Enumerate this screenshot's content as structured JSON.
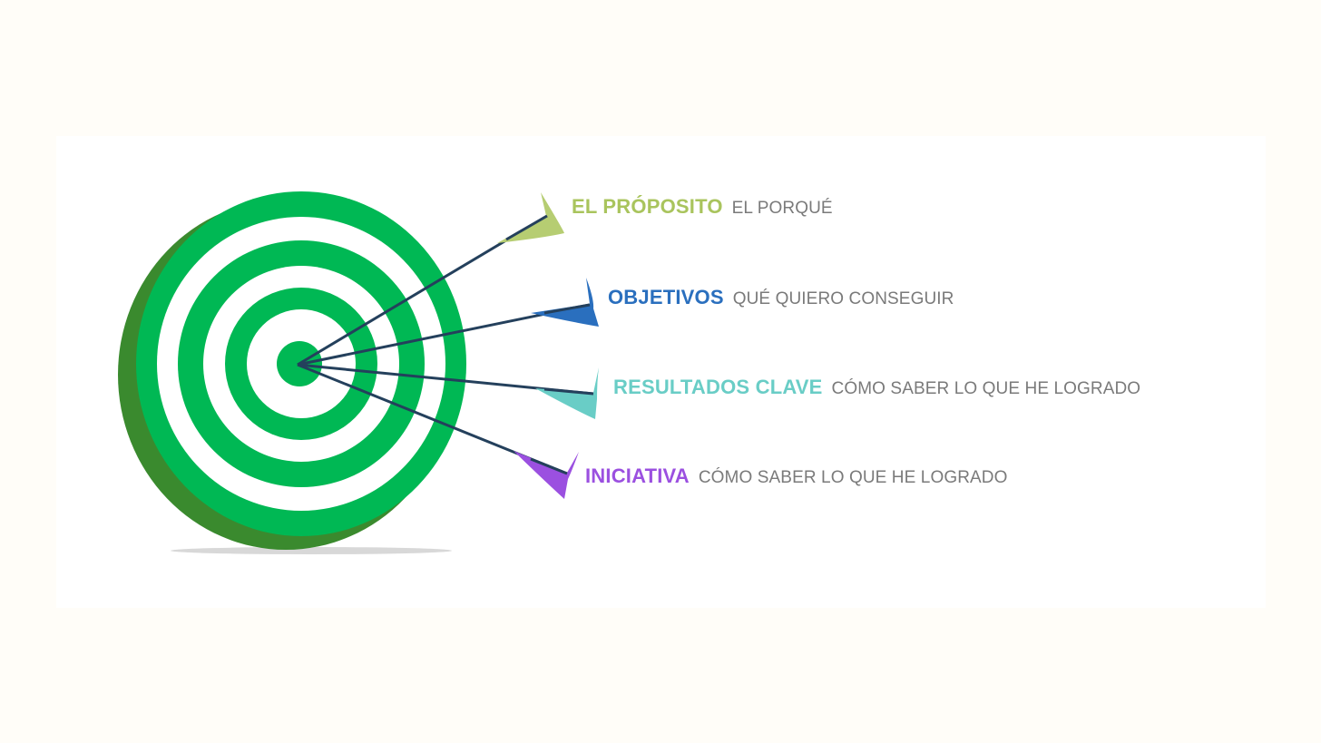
{
  "colors": {
    "target_green": "#00b854",
    "target_dark_green": "#3a8a2e",
    "arrow_shaft": "#24405c",
    "proposito": "#a9c45d",
    "objetivos": "#2a6fbe",
    "resultados": "#69cdc6",
    "iniciativa": "#9b50e0",
    "description_text": "#7a7a7a"
  },
  "items": [
    {
      "title": "EL PRÓPOSITO",
      "description": "EL PORQUÉ",
      "color": "#a9c45d",
      "icon": "dart-icon"
    },
    {
      "title": "OBJETIVOS",
      "description": "QUÉ QUIERO CONSEGUIR",
      "color": "#2a6fbe",
      "icon": "dart-icon"
    },
    {
      "title": "RESULTADOS CLAVE",
      "description": "CÓMO SABER LO QUE HE LOGRADO",
      "color": "#69cdc6",
      "icon": "dart-icon"
    },
    {
      "title": "INICIATIVA",
      "description": "CÓMO SABER LO QUE HE LOGRADO",
      "color": "#9b50e0",
      "icon": "dart-icon"
    }
  ]
}
